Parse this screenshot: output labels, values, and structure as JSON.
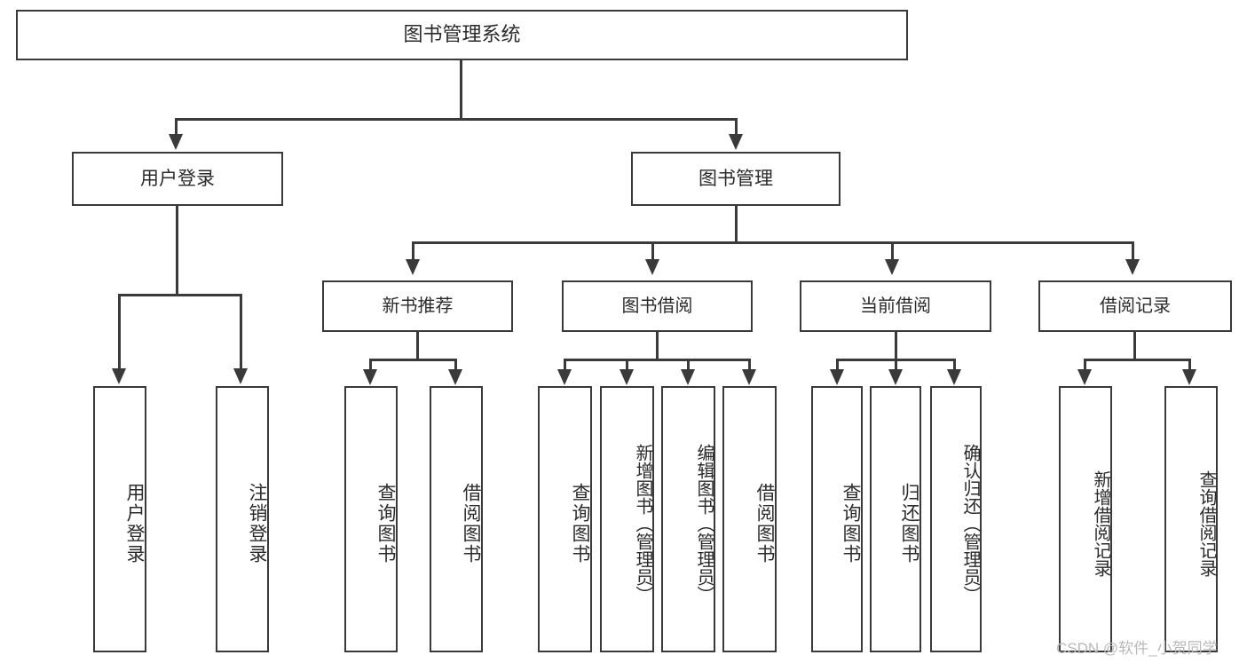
{
  "diagram": {
    "title": "图书管理系统",
    "type": "tree",
    "root": {
      "label": "图书管理系统"
    },
    "level1": [
      {
        "id": "user-login",
        "label": "用户登录"
      },
      {
        "id": "book-management",
        "label": "图书管理"
      }
    ],
    "level2": [
      {
        "id": "new-book-recommend",
        "label": "新书推荐",
        "parent": "book-management"
      },
      {
        "id": "book-borrow",
        "label": "图书借阅",
        "parent": "book-management"
      },
      {
        "id": "current-borrow",
        "label": "当前借阅",
        "parent": "book-management"
      },
      {
        "id": "borrow-record",
        "label": "借阅记录",
        "parent": "book-management"
      }
    ],
    "leaves": {
      "user_login": [
        {
          "id": "leaf-user-login",
          "label": "用户登录"
        },
        {
          "id": "leaf-logout-login",
          "label": "注销登录"
        }
      ],
      "new_book_recommend": [
        {
          "id": "leaf-query-book-1",
          "label": "查询图书"
        },
        {
          "id": "leaf-borrow-book-1",
          "label": "借阅图书"
        }
      ],
      "book_borrow": [
        {
          "id": "leaf-query-book-2",
          "label": "查询图书"
        },
        {
          "id": "leaf-add-book",
          "label": "新增图书（管理员）"
        },
        {
          "id": "leaf-edit-book",
          "label": "编辑图书（管理员）"
        },
        {
          "id": "leaf-borrow-book-2",
          "label": "借阅图书"
        }
      ],
      "current_borrow": [
        {
          "id": "leaf-query-book-3",
          "label": "查询图书"
        },
        {
          "id": "leaf-return-book",
          "label": "归还图书"
        },
        {
          "id": "leaf-confirm-return",
          "label": "确认归还（管理员）"
        }
      ],
      "borrow_record": [
        {
          "id": "leaf-add-borrow-record",
          "label": "新增借阅记录"
        },
        {
          "id": "leaf-query-borrow-record",
          "label": "查询借阅记录"
        }
      ]
    }
  },
  "watermark": {
    "text": "CSDN @软件_小贺同学"
  },
  "colors": {
    "stroke": "#3a3a3a",
    "text": "#2b2b2b",
    "background": "#ffffff",
    "watermark": "#b9b9b9"
  }
}
